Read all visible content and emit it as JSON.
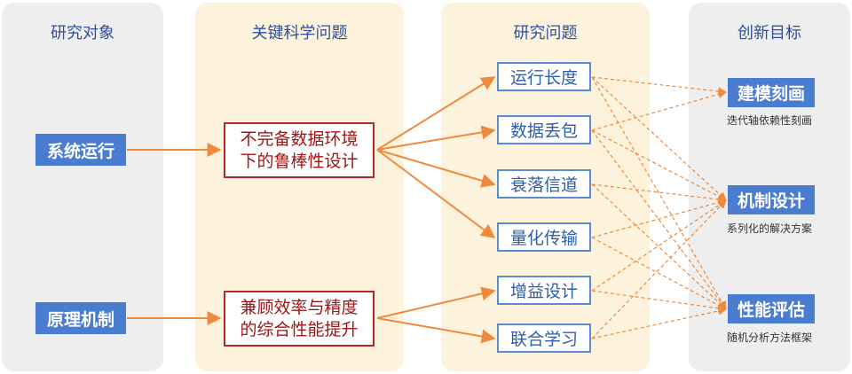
{
  "columns": {
    "objects": "研究对象",
    "questions": "关键科学问题",
    "problems": "研究问题",
    "goals": "创新目标"
  },
  "objects": [
    "系统运行",
    "原理机制"
  ],
  "questions": [
    {
      "line1": "不完备数据环境",
      "line2": "下的鲁棒性设计"
    },
    {
      "line1": "兼顾效率与精度",
      "line2": "的综合性能提升"
    }
  ],
  "problems": [
    "运行长度",
    "数据丢包",
    "衰落信道",
    "量化传输",
    "增益设计",
    "联合学习"
  ],
  "goals": [
    {
      "title": "建模刻画",
      "subtitle": "迭代轴依赖性刻画"
    },
    {
      "title": "机制设计",
      "subtitle": "系列化的解决方案"
    },
    {
      "title": "性能评估",
      "subtitle": "随机分析方法框架"
    }
  ],
  "colors": {
    "accent": "#4a7dd0",
    "arrow": "#ef8a3c",
    "question_border": "#b02a2a",
    "problem_border": "#5b8bd4"
  }
}
